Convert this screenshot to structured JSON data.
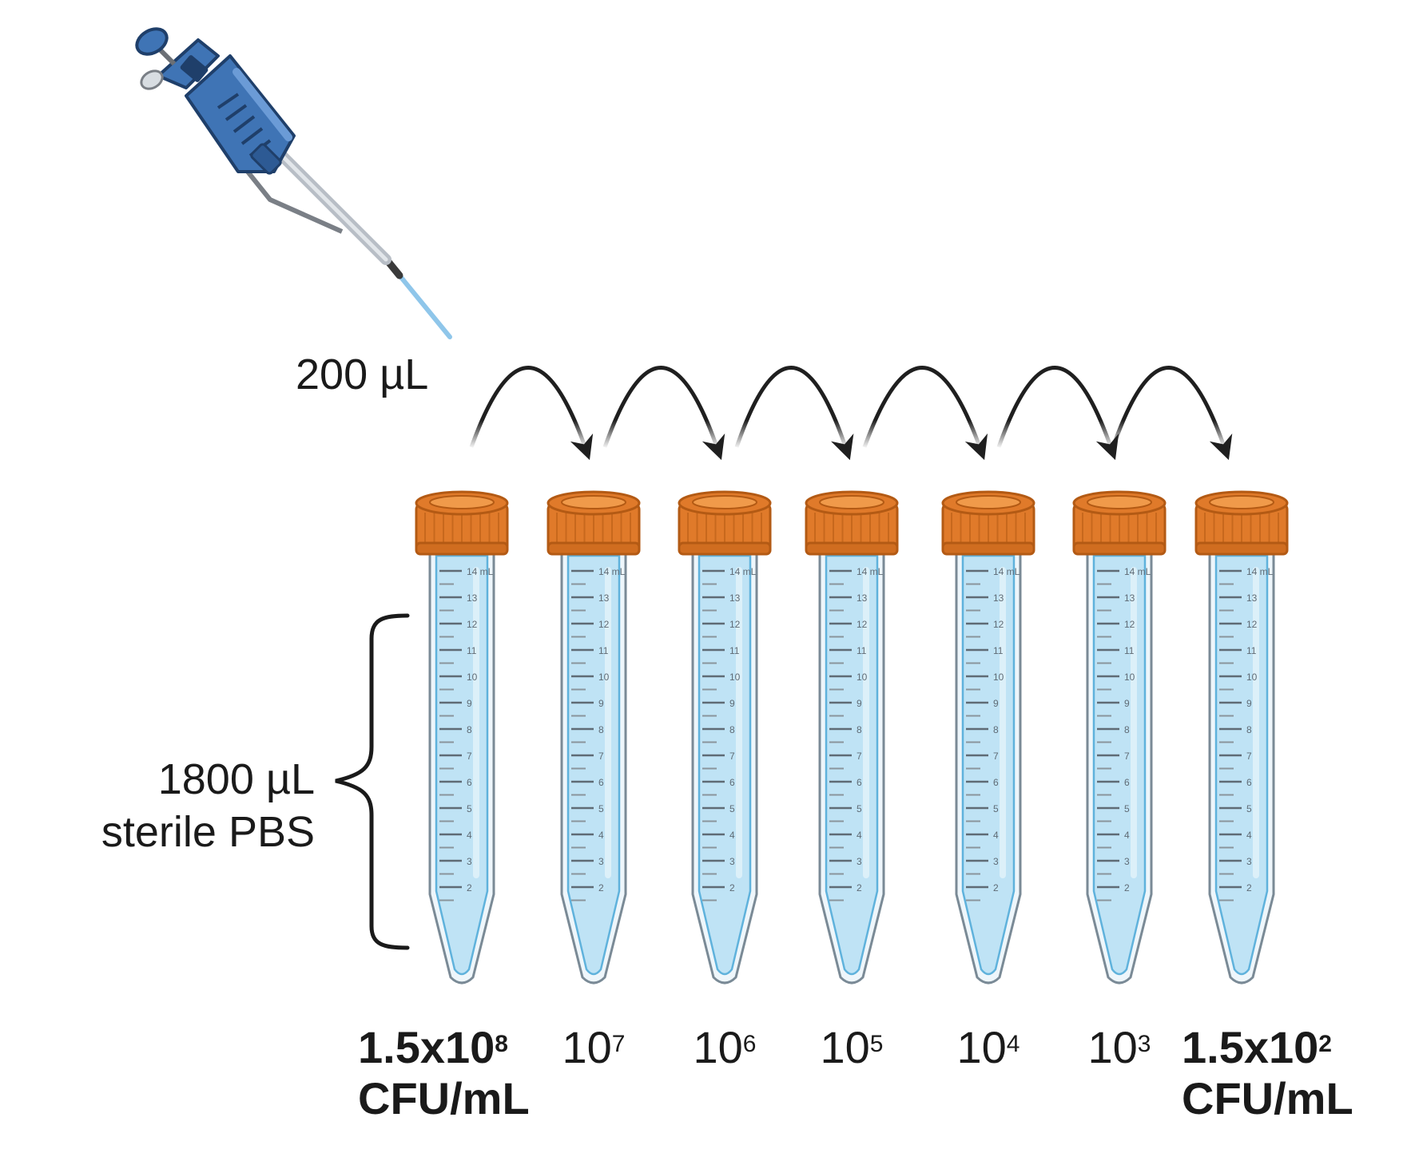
{
  "transfer_volume": "200 µL",
  "diluent": {
    "line1": "1800 µL",
    "line2": "sterile PBS"
  },
  "tube_scale": {
    "top_label": "14 mL",
    "ticks": [
      "13",
      "12",
      "11",
      "10",
      "9",
      "8",
      "7",
      "6",
      "5",
      "4",
      "3",
      "2"
    ]
  },
  "colors": {
    "cap": "#e07a2a",
    "cap_dark": "#b35a14",
    "liquid": "#bfe3f5",
    "liquid_edge": "#5fb2dc",
    "tube_outline": "#7a8a96",
    "arrow": "#1f1f1f",
    "pipette": "#3f74b5"
  },
  "tubes": [
    {
      "base": "1.5x10",
      "exp": "8",
      "unit": "CFU/mL",
      "bold": true
    },
    {
      "base": "10",
      "exp": "7",
      "unit": "",
      "bold": false
    },
    {
      "base": "10",
      "exp": "6",
      "unit": "",
      "bold": false
    },
    {
      "base": "10",
      "exp": "5",
      "unit": "",
      "bold": false
    },
    {
      "base": "10",
      "exp": "4",
      "unit": "",
      "bold": false
    },
    {
      "base": "10",
      "exp": "3",
      "unit": "",
      "bold": false
    },
    {
      "base": "1.5x10",
      "exp": "2",
      "unit": "CFU/mL",
      "bold": true
    }
  ],
  "icons": {
    "pipette": "pipette-icon",
    "tube": "tube-icon",
    "arrow": "transfer-arrow-icon",
    "brace": "curly-brace-icon"
  }
}
